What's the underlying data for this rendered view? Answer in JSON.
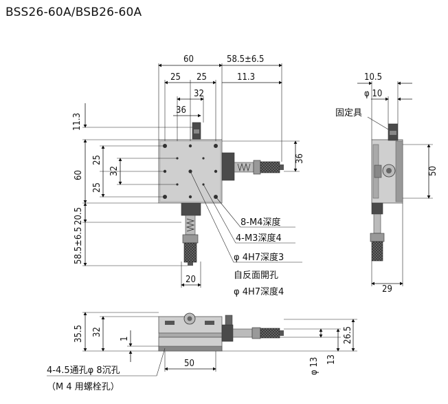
{
  "title": "BSS26-60A/BSB26-60A",
  "top_view": {
    "dims": {
      "w60": "60",
      "travel": "58.5±6.5",
      "d25a": "25",
      "d25b": "25",
      "d11_3": "11.3",
      "d32": "32",
      "d36": "36",
      "d36r": "36",
      "v11_3": "11.3",
      "v25a": "25",
      "v32": "32",
      "v60": "60",
      "v25b": "25",
      "v20_5": "20.5",
      "v58_5": "58.5±6.5",
      "b20": "20"
    },
    "callouts": [
      "8-M4深度",
      "4-M3深度4",
      "φ 4H7深度3",
      "自反面開孔",
      "φ 4H7深度4"
    ]
  },
  "side_view": {
    "dims": {
      "d10_5": "10.5",
      "d10": "φ 10",
      "d50": "50",
      "d29": "29"
    },
    "fixture_label": "固定具"
  },
  "front_view": {
    "dims": {
      "h35_5": "35.5",
      "h32": "32",
      "h1": "1",
      "w50": "50",
      "h13": "13",
      "d13": "φ 13",
      "h26_5": "26.5"
    },
    "hole_note_1": "4-4.5通孔φ 8沉孔",
    "hole_note_2": "（M 4 用螺栓孔）"
  }
}
